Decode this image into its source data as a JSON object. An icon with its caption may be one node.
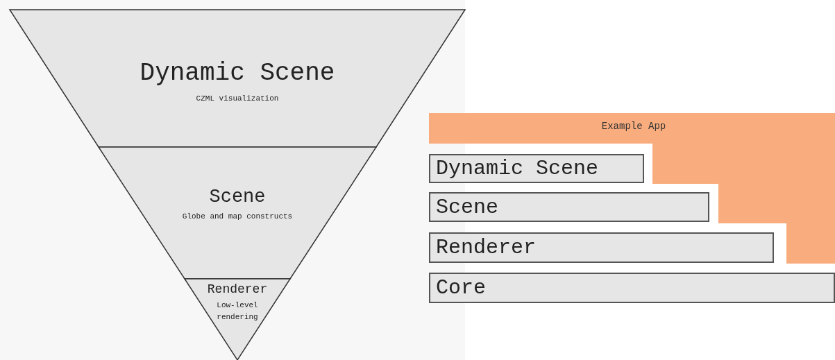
{
  "diagram": {
    "nodes": [
      {
        "text": [
          "Dynamic Scene",
          "CZML visualization"
        ]
      },
      {
        "text": [
          "Scene",
          "Globe and map constructs"
        ]
      },
      {
        "text": [
          "Renderer",
          "Low-level rendering"
        ]
      },
      {
        "text": [
          "Example App"
        ]
      },
      {
        "text": [
          "Dynamic Scene"
        ]
      },
      {
        "text": [
          "Scene"
        ]
      },
      {
        "text": [
          "Renderer"
        ]
      },
      {
        "text": [
          "Core"
        ]
      }
    ]
  }
}
